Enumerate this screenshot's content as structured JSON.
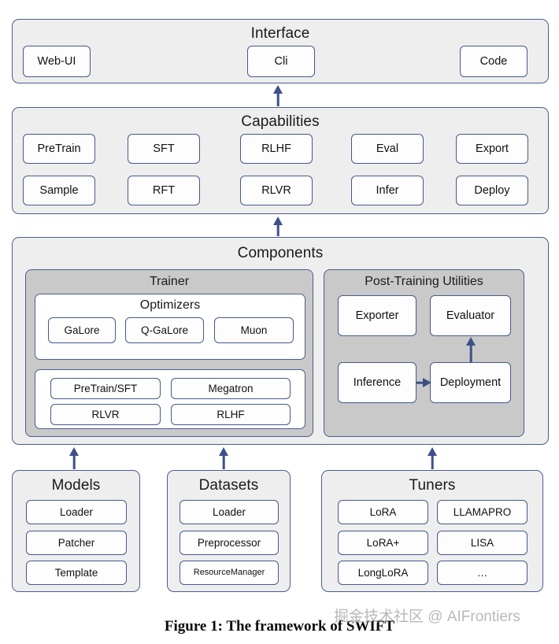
{
  "figure": {
    "caption": "Figure 1: The framework of SWIFT",
    "watermark": "掘金技术社区 @ AIFrontiers"
  },
  "colors": {
    "panel_fill": "#eeeeee",
    "subpanel_fill": "#c9c9c9",
    "node_fill": "#fdfdfd",
    "border": "#46598c",
    "arrow": "#3d5189"
  },
  "interface": {
    "title": "Interface",
    "items": [
      {
        "label": "Web-UI"
      },
      {
        "label": "Cli"
      },
      {
        "label": "Code"
      }
    ]
  },
  "capabilities": {
    "title": "Capabilities",
    "row1": [
      {
        "label": "PreTrain"
      },
      {
        "label": "SFT"
      },
      {
        "label": "RLHF"
      },
      {
        "label": "Eval"
      },
      {
        "label": "Export"
      }
    ],
    "row2": [
      {
        "label": "Sample"
      },
      {
        "label": "RFT"
      },
      {
        "label": "RLVR"
      },
      {
        "label": "Infer"
      },
      {
        "label": "Deploy"
      }
    ]
  },
  "components": {
    "title": "Components",
    "trainer": {
      "title": "Trainer",
      "optimizers": {
        "title": "Optimizers",
        "items": [
          {
            "label": "GaLore"
          },
          {
            "label": "Q-GaLore"
          },
          {
            "label": "Muon"
          }
        ]
      },
      "pipelines": {
        "items": [
          {
            "label": "PreTrain/SFT"
          },
          {
            "label": "Megatron"
          },
          {
            "label": "RLVR"
          },
          {
            "label": "RLHF"
          }
        ]
      }
    },
    "post_training": {
      "title": "Post-Training Utilities",
      "items": [
        {
          "label": "Exporter"
        },
        {
          "label": "Evaluator"
        },
        {
          "label": "Inference"
        },
        {
          "label": "Deployment"
        }
      ]
    }
  },
  "models": {
    "title": "Models",
    "items": [
      {
        "label": "Loader"
      },
      {
        "label": "Patcher"
      },
      {
        "label": "Template"
      }
    ]
  },
  "datasets": {
    "title": "Datasets",
    "items": [
      {
        "label": "Loader"
      },
      {
        "label": "Preprocessor"
      },
      {
        "label": "ResourceManager"
      }
    ]
  },
  "tuners": {
    "title": "Tuners",
    "left": [
      {
        "label": "LoRA"
      },
      {
        "label": "LoRA+"
      },
      {
        "label": "LongLoRA"
      }
    ],
    "right": [
      {
        "label": "LLAMAPRO"
      },
      {
        "label": "LISA"
      },
      {
        "label": "…"
      }
    ]
  }
}
